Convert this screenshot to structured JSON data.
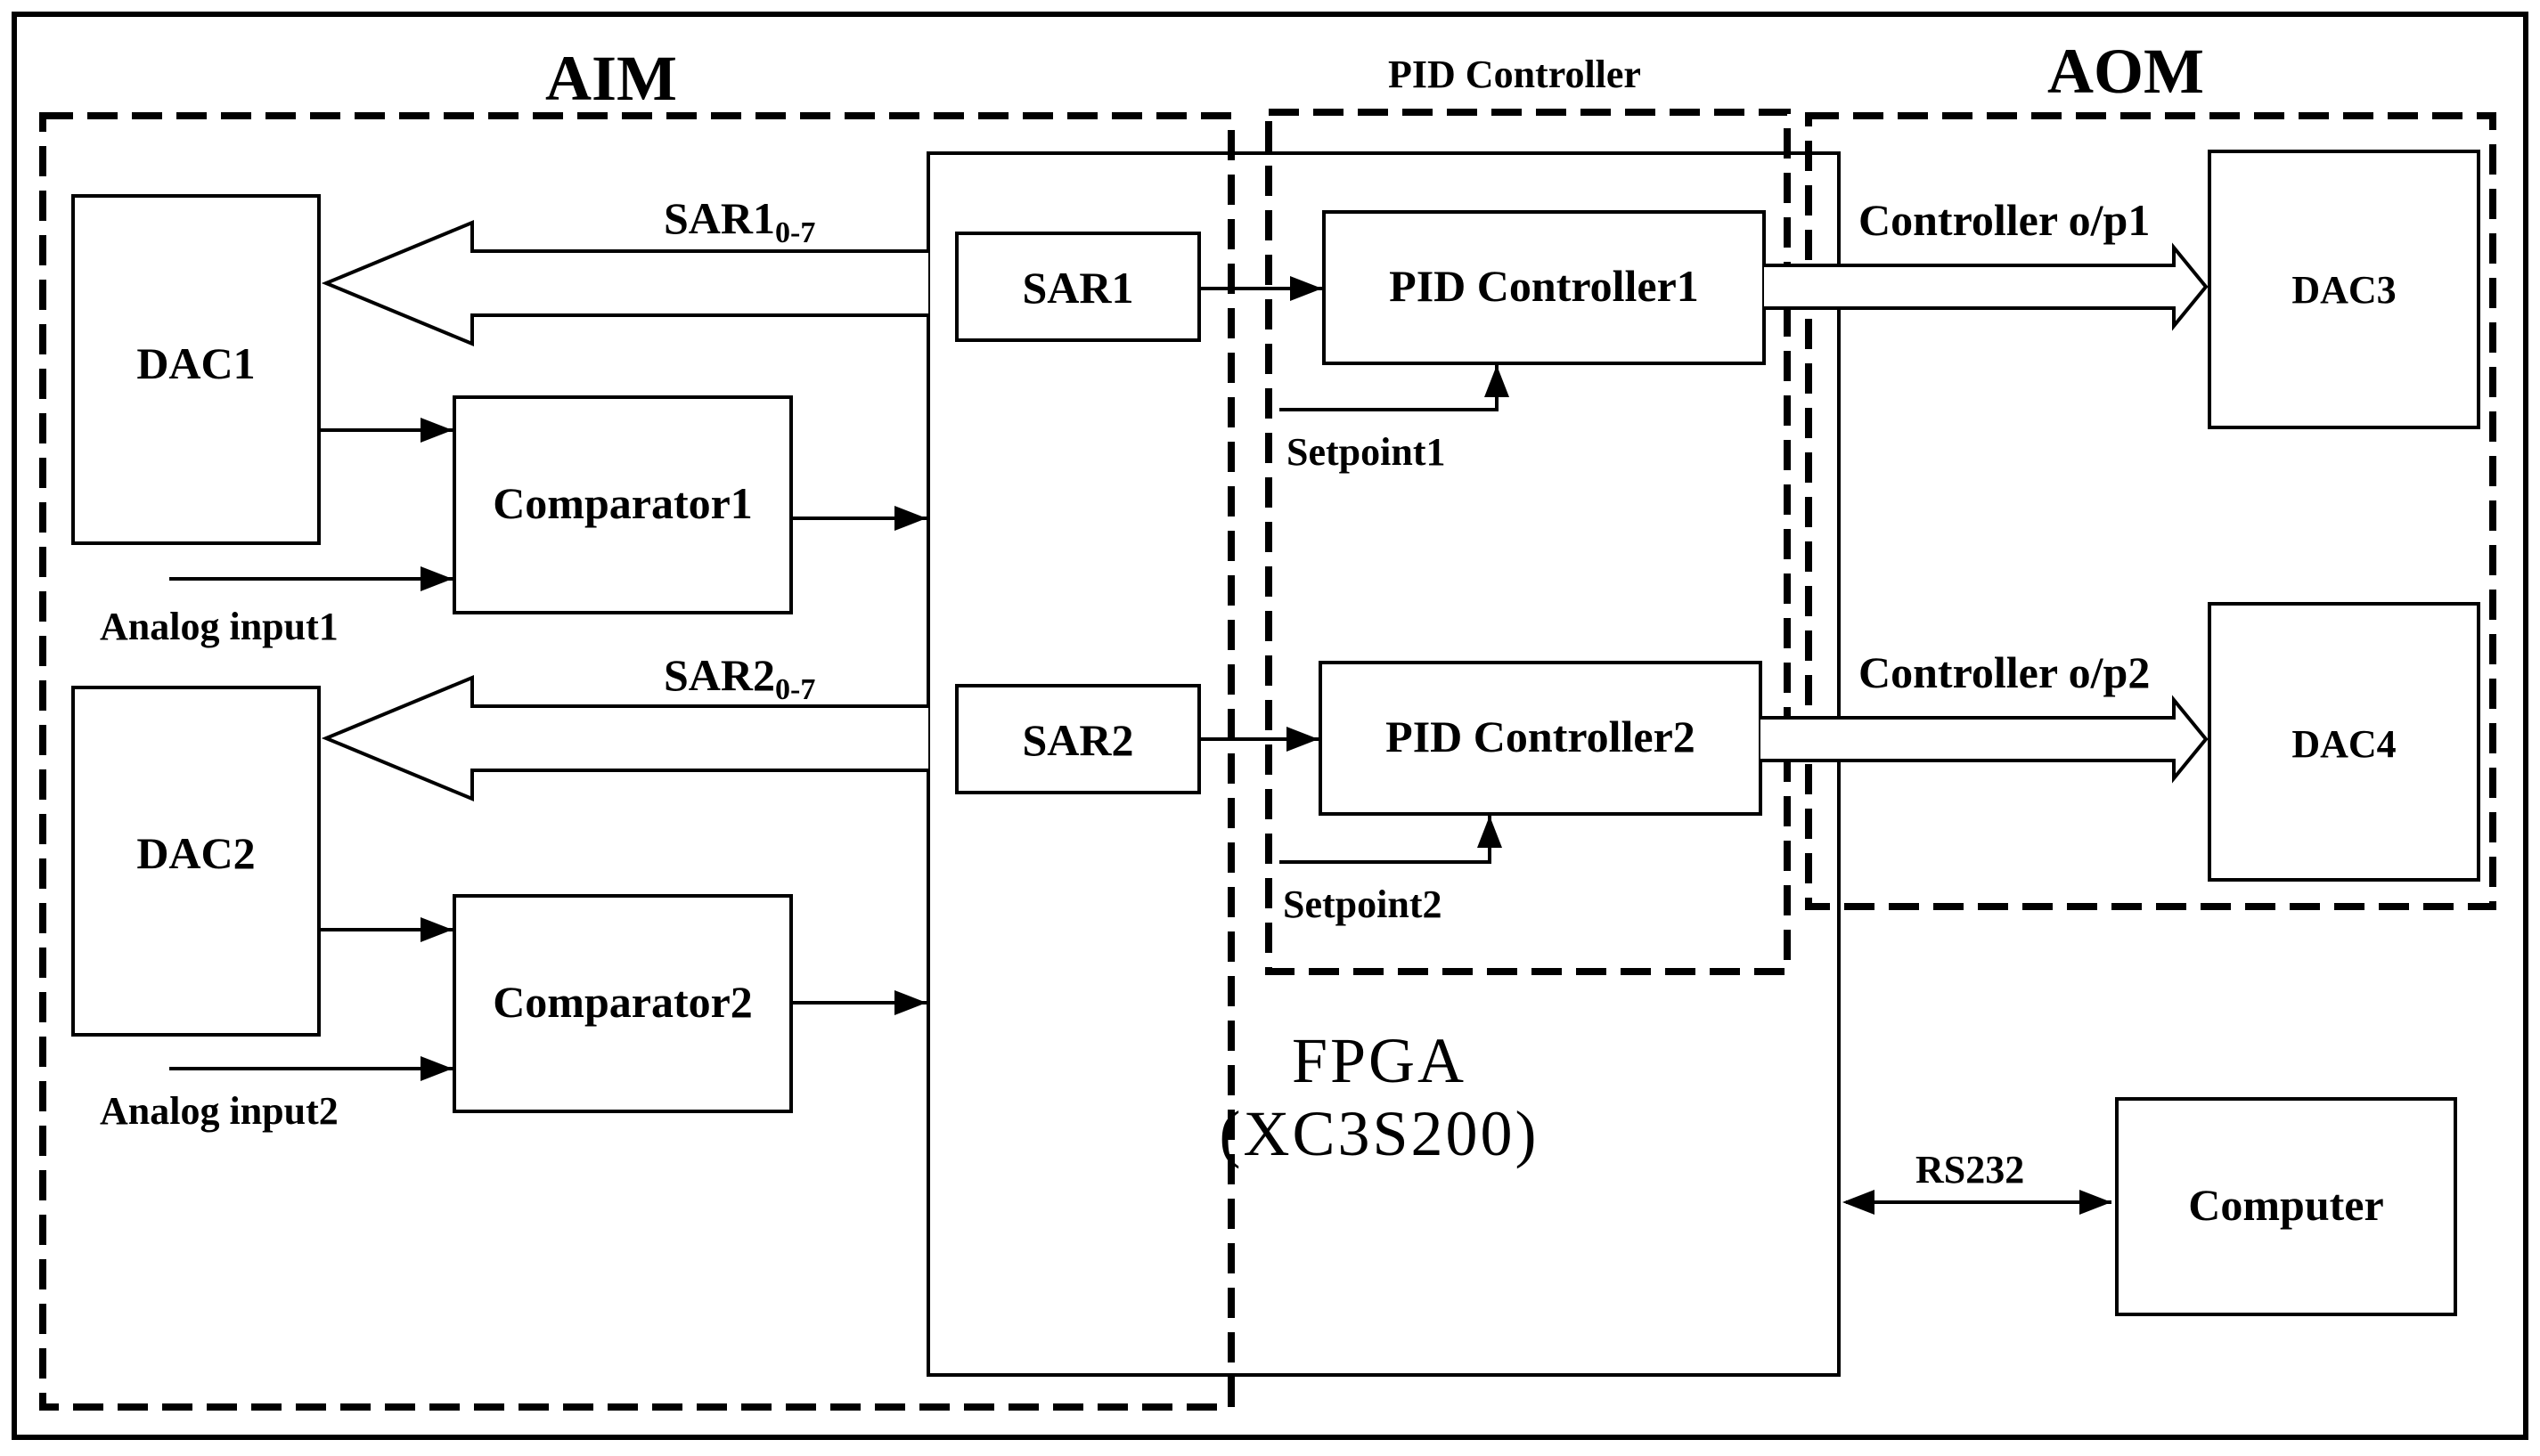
{
  "groups": {
    "aim": "AIM",
    "pid": "PID Controller",
    "aom": "AOM"
  },
  "fpga": {
    "line1": "FPGA",
    "line2": "(XC3S200)"
  },
  "blocks": {
    "dac1": "DAC1",
    "dac2": "DAC2",
    "dac3": "DAC3",
    "dac4": "DAC4",
    "comparator1": "Comparator1",
    "comparator2": "Comparator2",
    "sar1": "SAR1",
    "sar2": "SAR2",
    "pid1": "PID Controller1",
    "pid2": "PID Controller2",
    "computer": "Computer"
  },
  "signals": {
    "sar1_bus": "SAR1",
    "sar1_bus_sub": "0-7",
    "sar2_bus": "SAR2",
    "sar2_bus_sub": "0-7",
    "analog_input1": "Analog input1",
    "analog_input2": "Analog input2",
    "setpoint1": "Setpoint1",
    "setpoint2": "Setpoint2",
    "controller_op1": "Controller o/p1",
    "controller_op2": "Controller o/p2",
    "rs232": "RS232"
  }
}
